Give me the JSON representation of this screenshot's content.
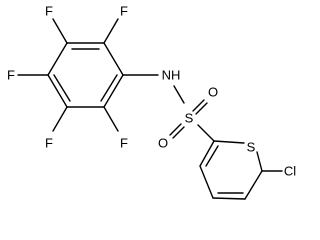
{
  "molecule": {
    "atoms": {
      "f_top_left": "F",
      "f_top_right": "F",
      "f_left": "F",
      "f_bottom_left": "F",
      "f_bottom_right": "F",
      "nh": "NH",
      "o_top": "O",
      "s_sulfonyl": "S",
      "o_bottom": "O",
      "s_ring": "S",
      "cl": "Cl"
    }
  }
}
